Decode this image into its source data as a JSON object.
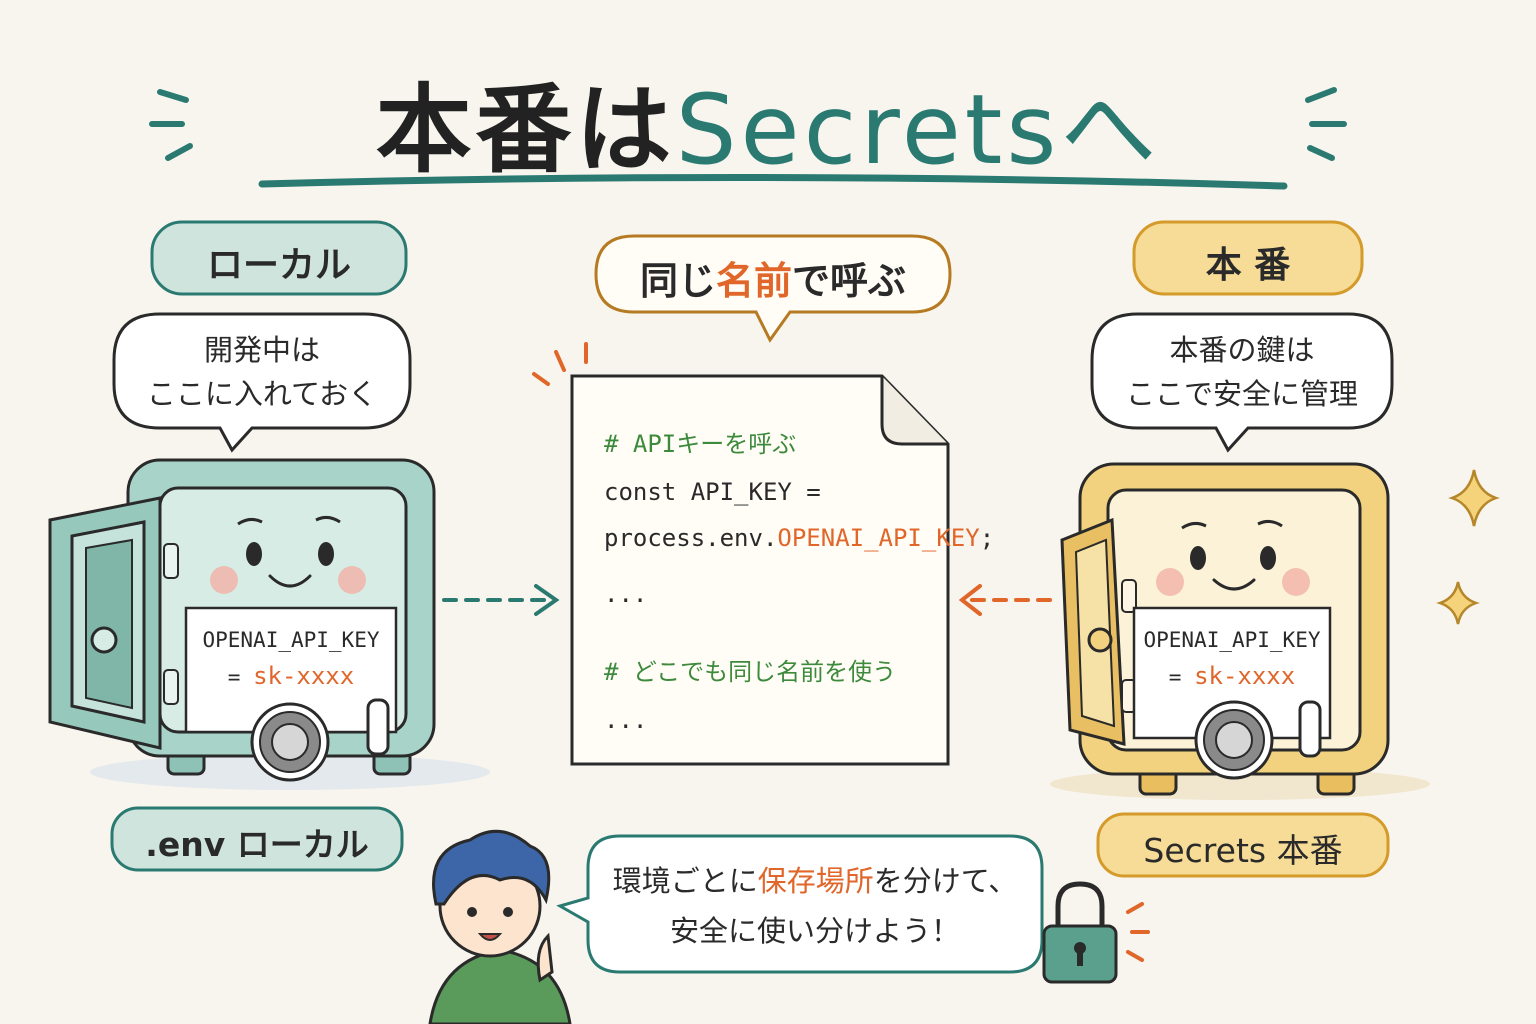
{
  "title": {
    "main": "本番は",
    "accent": "Secretsへ"
  },
  "local": {
    "pill": "ローカル",
    "bubble_line1": "開発中は",
    "bubble_line2": "ここに入れておく",
    "card_key": "OPENAI_API_KEY",
    "card_eq": "= ",
    "card_value": "sk-xxxx",
    "bottom_pill": ".env ローカル"
  },
  "prod": {
    "pill": "本 番",
    "bubble_line1": "本番の鍵は",
    "bubble_line2": "ここで安全に管理",
    "card_key": "OPENAI_API_KEY",
    "card_eq": "= ",
    "card_value": "sk-xxxx",
    "bottom_pill": "Secrets 本番"
  },
  "center": {
    "bubble_a": "同じ",
    "bubble_b": "名前",
    "bubble_c": "で呼ぶ",
    "code": {
      "comment1": "# APIキーを呼ぶ",
      "line1": "const API_KEY =",
      "line2_a": "process.env.",
      "line2_b": "OPENAI_API_KEY",
      "line2_c": ";",
      "ellipsis1": "...",
      "comment2": "# どこでも同じ名前を使う",
      "ellipsis2": "..."
    }
  },
  "message": {
    "line1_a": "環境ごとに",
    "line1_b": "保存場所",
    "line1_c": "を分けて、",
    "line2": "安全に使い分けよう！"
  },
  "icons": [
    "safe-icon",
    "lock-icon",
    "sparkle-icon",
    "arrow-icon"
  ],
  "colors": {
    "teal": "#2a7a72",
    "orange": "#e0662a",
    "gold": "#f3d27f",
    "mint": "#b9dcd3"
  }
}
